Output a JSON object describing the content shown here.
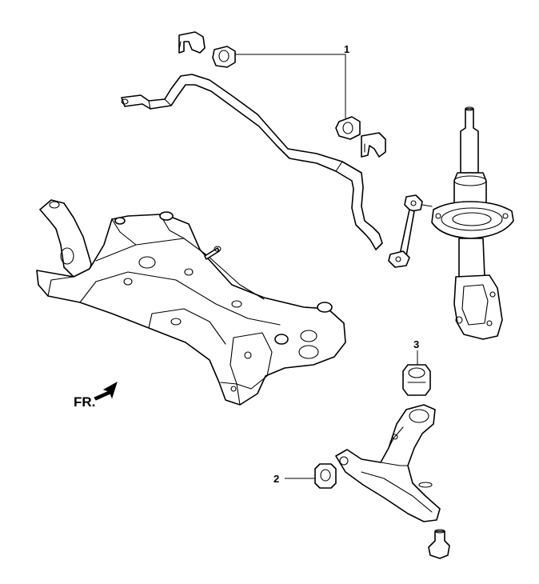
{
  "callouts": {
    "c1": "1",
    "c2": "2",
    "c3": "3"
  },
  "direction_label": "FR."
}
